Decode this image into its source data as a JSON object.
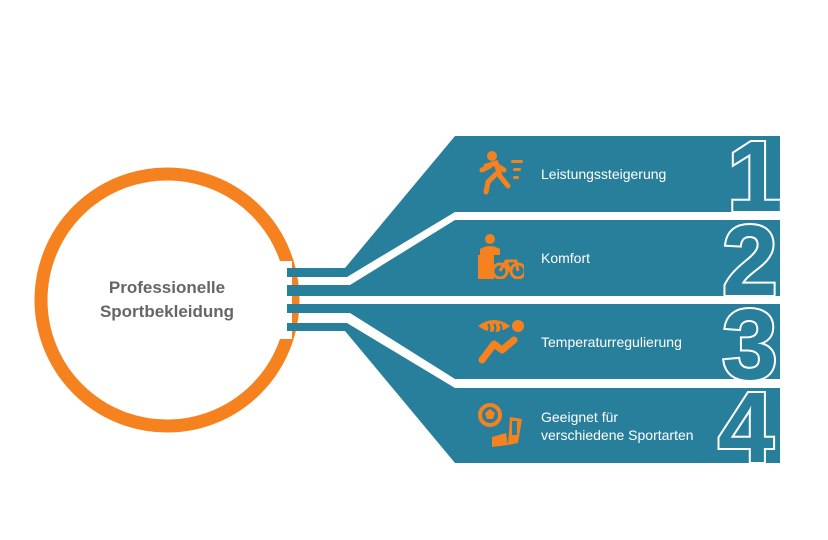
{
  "center": {
    "title_line1": "Professionelle",
    "title_line2": "Sportbekleidung"
  },
  "items": [
    {
      "number": "1",
      "label": "Leistungssteigerung",
      "icon": "runner-icon"
    },
    {
      "number": "2",
      "label": "Komfort",
      "icon": "person-bicycle-icon"
    },
    {
      "number": "3",
      "label": "Temperaturregulierung",
      "icon": "body-temperature-icon"
    },
    {
      "number": "4",
      "label_line1": "Geeignet für",
      "label_line2": "verschiedene Sportarten",
      "icon": "sports-equipment-icon"
    }
  ],
  "colors": {
    "teal": "#287F9C",
    "orange": "#F5821F",
    "text_gray": "#666666"
  }
}
